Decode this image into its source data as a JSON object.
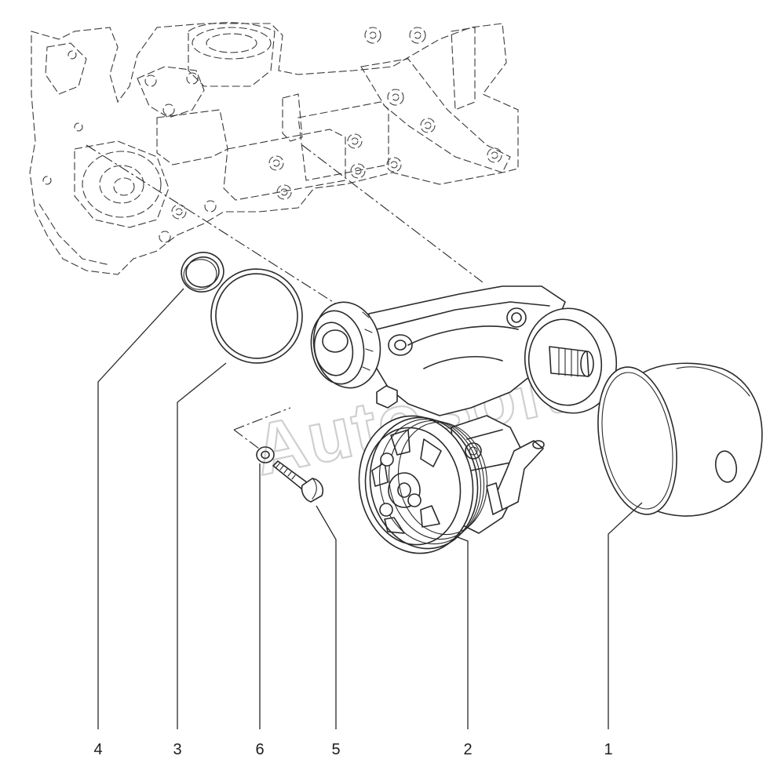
{
  "watermark": "AutoSoft",
  "callouts": [
    {
      "id": "callout-4",
      "label": "4"
    },
    {
      "id": "callout-3",
      "label": "3"
    },
    {
      "id": "callout-6",
      "label": "6"
    },
    {
      "id": "callout-5",
      "label": "5"
    },
    {
      "id": "callout-2",
      "label": "2"
    },
    {
      "id": "callout-1",
      "label": "1"
    }
  ]
}
